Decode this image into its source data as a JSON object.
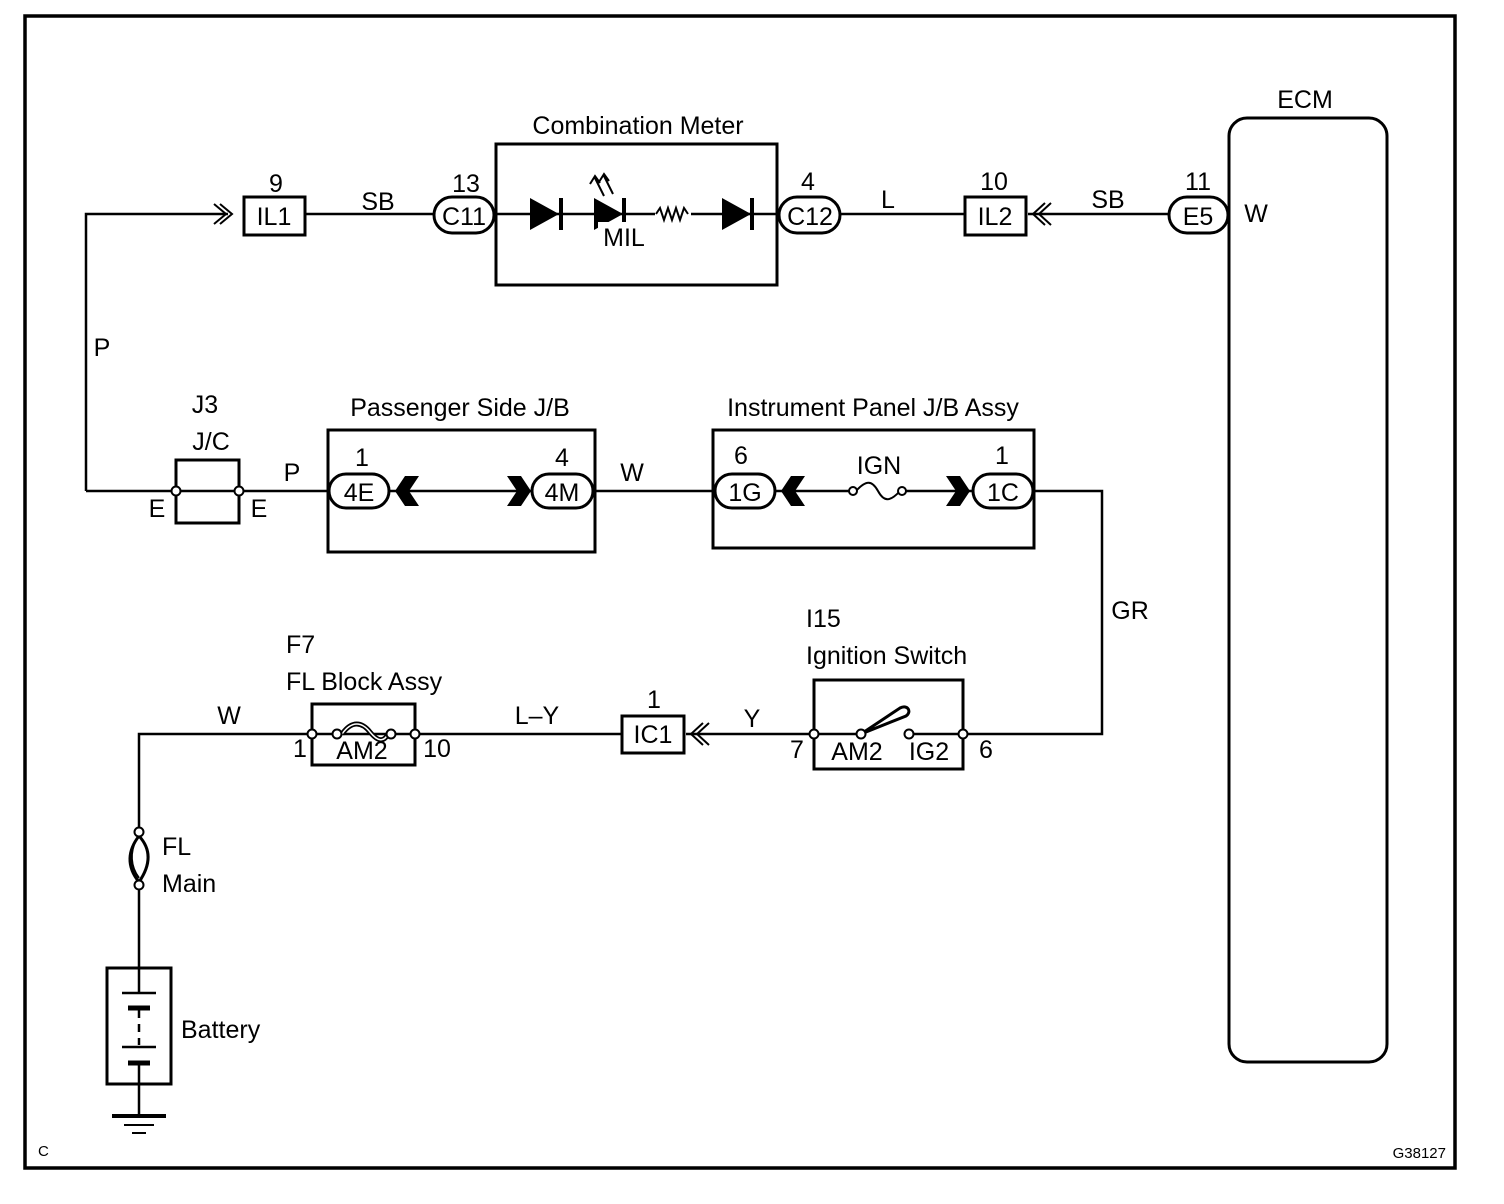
{
  "diagram": {
    "type": "wiring-diagram",
    "figure_id": "G38127",
    "corner_mark": "C",
    "components": {
      "combination_meter": {
        "title": "Combination Meter",
        "lamp_label": "MIL"
      },
      "ecm": {
        "title": "ECM",
        "pin_color": "W"
      },
      "j3": {
        "code": "J3",
        "name": "J/C",
        "left_pin": "E",
        "right_pin": "E"
      },
      "passenger_jb": {
        "title": "Passenger Side J/B"
      },
      "ip_jb": {
        "title": "Instrument Panel J/B Assy",
        "fuse": "IGN"
      },
      "ignition_switch": {
        "code": "I15",
        "name": "Ignition Switch",
        "contact_left": "AM2",
        "contact_right": "IG2",
        "pin_left": "7",
        "pin_right": "6"
      },
      "fl_block": {
        "code": "F7",
        "name": "FL Block Assy",
        "fuse": "AM2",
        "pin_left": "1",
        "pin_right": "10"
      },
      "fl_main": {
        "line1": "FL",
        "line2": "Main"
      },
      "battery": {
        "label": "Battery"
      }
    },
    "connectors": {
      "il1": {
        "code": "IL1",
        "pin": "9"
      },
      "c11": {
        "code": "C11",
        "pin": "13"
      },
      "c12": {
        "code": "C12",
        "pin": "4"
      },
      "il2": {
        "code": "IL2",
        "pin": "10"
      },
      "e5": {
        "code": "E5",
        "pin": "11"
      },
      "j4e": {
        "code": "4E",
        "pin": "1"
      },
      "j4m": {
        "code": "4M",
        "pin": "4"
      },
      "j1g": {
        "code": "1G",
        "pin": "6"
      },
      "j1c": {
        "code": "1C",
        "pin": "1"
      },
      "ic1": {
        "code": "IC1",
        "pin": "1"
      }
    },
    "wire_colors": {
      "il1_c11": "SB",
      "c12_il2": "L",
      "il2_e5": "SB",
      "left_vertical": "P",
      "j3_4e": "P",
      "4m_1g": "W",
      "1c_ign": "GR",
      "fl_block_in": "W",
      "fl_block_ic1": "L–Y",
      "ic1_ign": "Y"
    }
  }
}
